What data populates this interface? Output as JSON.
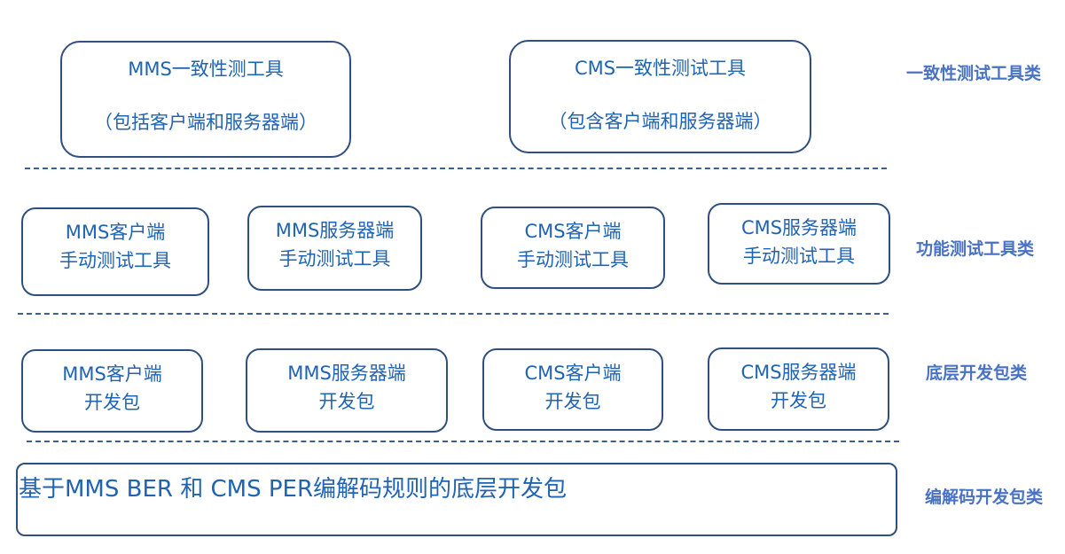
{
  "conformance_layer": {
    "label": "一致性测试工具类",
    "boxes": [
      {
        "line1": "MMS一致性测工具",
        "line2": "（包括客户端和服务器端）"
      },
      {
        "line1": "CMS一致性测试工具",
        "line2": "（包含客户端和服务器端）"
      }
    ]
  },
  "functional_layer": {
    "label": "功能测试工具类",
    "boxes": [
      {
        "line1": "MMS客户端",
        "line2": "手动测试工具"
      },
      {
        "line1": "MMS服务器端",
        "line2": "手动测试工具"
      },
      {
        "line1": "CMS客户端",
        "line2": "手动测试工具"
      },
      {
        "line1": "CMS服务器端",
        "line2": "手动测试工具"
      }
    ]
  },
  "sdk_layer": {
    "label": "底层开发包类",
    "boxes": [
      {
        "line1": "MMS客户端",
        "line2": "开发包"
      },
      {
        "line1": "MMS服务器端",
        "line2": "开发包"
      },
      {
        "line1": "CMS客户端",
        "line2": "开发包"
      },
      {
        "line1": "CMS服务器端",
        "line2": "开发包"
      }
    ]
  },
  "codec_layer": {
    "label": "编解码开发包类",
    "box": {
      "line1": "基于MMS BER 和 CMS  PER编解码规则的底层开发包"
    }
  },
  "colors": {
    "box_border": "#2f4f7f",
    "box_text": "#1f63b3",
    "category_text": "#4a72c4",
    "divider": "#3a5f98"
  }
}
